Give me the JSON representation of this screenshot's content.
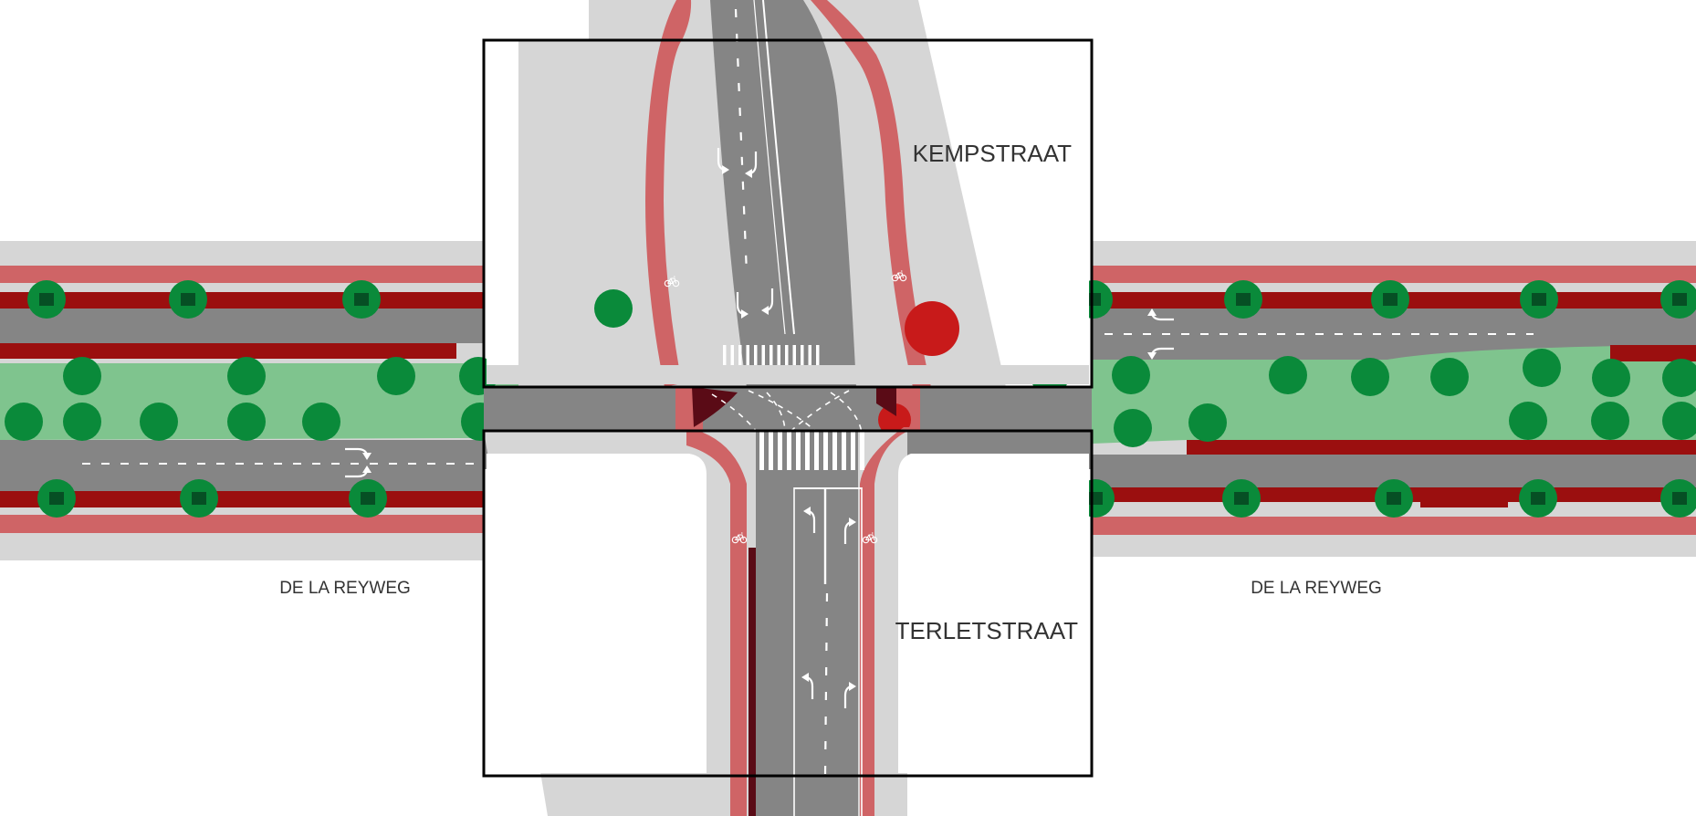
{
  "map": {
    "labels": {
      "north_street": "KEMPSTRAAT",
      "south_street": "TERLETSTRAAT",
      "west_street": "DE LA REYWEG",
      "east_street": "DE LA REYWEG"
    },
    "colors": {
      "background": "#ffffff",
      "sidewalk": "#d6d6d6",
      "road": "#858585",
      "cycle_path": "#cf6466",
      "dark_red_lane": "#9b0f0f",
      "median_green": "#7fc48e",
      "tree": "#0a8a3a",
      "tree_removed": "#c81a1a",
      "marking": "#ffffff",
      "frame": "#000000",
      "label_text": "#333333"
    },
    "icons": [
      "bicycle-icon",
      "turn-arrow-icon",
      "zebra-crossing"
    ]
  }
}
